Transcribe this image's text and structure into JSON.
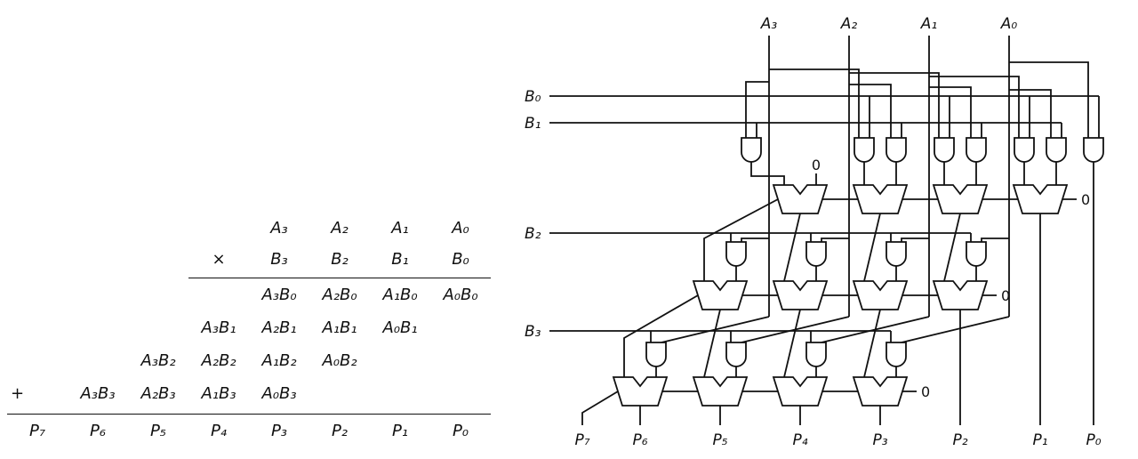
{
  "multiplication": {
    "rows": [
      [
        "",
        "",
        "",
        "",
        "A₃",
        "A₂",
        "A₁",
        "A₀"
      ],
      [
        "",
        "",
        "",
        "×",
        "B₃",
        "B₂",
        "B₁",
        "B₀"
      ],
      [
        "",
        "",
        "",
        "",
        "A₃B₀",
        "A₂B₀",
        "A₁B₀",
        "A₀B₀"
      ],
      [
        "",
        "",
        "",
        "A₃B₁",
        "A₂B₁",
        "A₁B₁",
        "A₀B₁",
        ""
      ],
      [
        "",
        "",
        "A₃B₂",
        "A₂B₂",
        "A₁B₂",
        "A₀B₂",
        "",
        ""
      ],
      [
        "+",
        "A₃B₃",
        "A₂B₃",
        "A₁B₃",
        "A₀B₃",
        "",
        "",
        ""
      ],
      [
        "P₇",
        "P₆",
        "P₅",
        "P₄",
        "P₃",
        "P₂",
        "P₁",
        "P₀"
      ]
    ]
  },
  "circuit": {
    "top_inputs": [
      "A₃",
      "A₂",
      "A₁",
      "A₀"
    ],
    "left_inputs": [
      "B₀",
      "B₁",
      "B₂",
      "B₃"
    ],
    "outputs": [
      "P₇",
      "P₆",
      "P₅",
      "P₄",
      "P₃",
      "P₂",
      "P₁",
      "P₀"
    ],
    "carry_zeros": [
      "0",
      "0",
      "0",
      "0"
    ],
    "line_color": "#111111"
  }
}
